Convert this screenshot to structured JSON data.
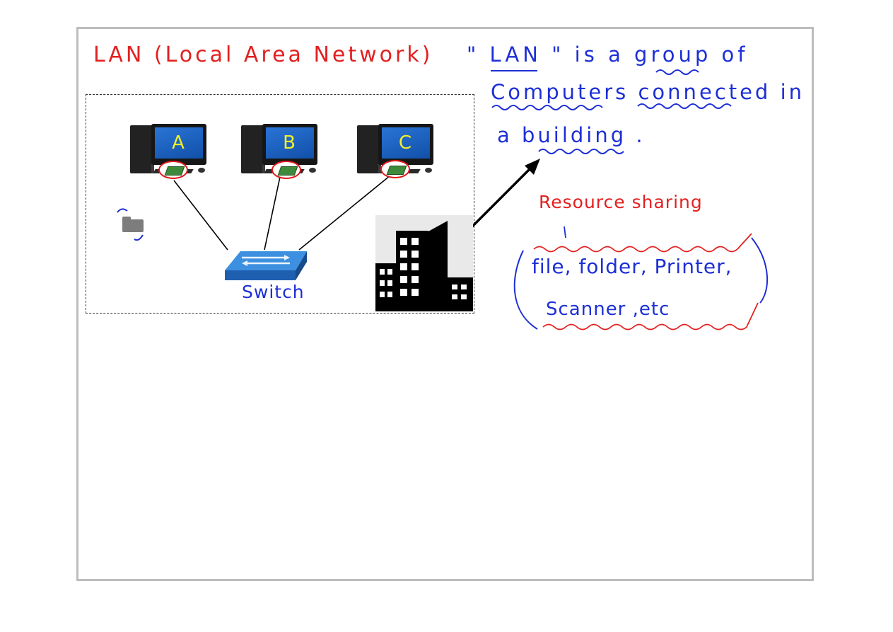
{
  "title": "LAN (Local Area Network)",
  "definition": {
    "line1": "\" LAN \" is a group of",
    "line2": "Computers connected in",
    "line3": "a building ."
  },
  "resource_sharing": {
    "heading": "Resource sharing",
    "line1": "file, folder, Printer,",
    "line2": "Scanner ,etc"
  },
  "diagram": {
    "computers": [
      {
        "label": "A"
      },
      {
        "label": "B"
      },
      {
        "label": "C"
      }
    ],
    "switch_label": "Switch",
    "colors": {
      "annotation_red": "#e32020",
      "annotation_blue": "#1d2fd6",
      "pc_label": "#f2ee2b"
    }
  }
}
